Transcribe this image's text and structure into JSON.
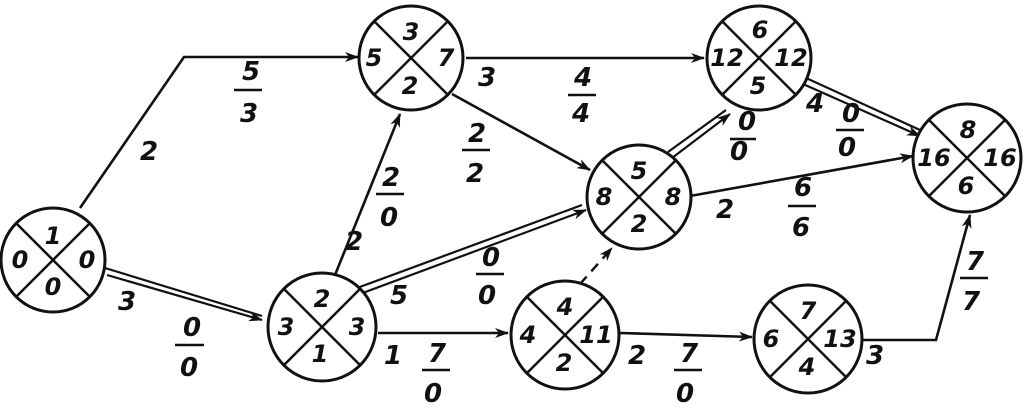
{
  "nodes": [
    {
      "id": "1",
      "top": "1",
      "left": "0",
      "right": "0",
      "bottom": "0"
    },
    {
      "id": "2",
      "top": "2",
      "left": "3",
      "right": "3",
      "bottom": "1"
    },
    {
      "id": "3",
      "top": "3",
      "left": "5",
      "right": "7",
      "bottom": "2"
    },
    {
      "id": "4",
      "top": "4",
      "left": "4",
      "right": "11",
      "bottom": "2"
    },
    {
      "id": "5",
      "top": "5",
      "left": "8",
      "right": "8",
      "bottom": "2"
    },
    {
      "id": "6",
      "top": "6",
      "left": "12",
      "right": "12",
      "bottom": "5"
    },
    {
      "id": "7",
      "top": "7",
      "left": "6",
      "right": "13",
      "bottom": "4"
    },
    {
      "id": "8",
      "top": "8",
      "left": "16",
      "right": "16",
      "bottom": "6"
    }
  ],
  "edges": [
    {
      "from": "1",
      "to": "3",
      "duration": "2",
      "num": "5",
      "den": "3",
      "style": "normal"
    },
    {
      "from": "1",
      "to": "2",
      "duration": "3",
      "num": "0",
      "den": "0",
      "style": "critical"
    },
    {
      "from": "2",
      "to": "3",
      "duration": "2",
      "num": "2",
      "den": "0",
      "style": "normal"
    },
    {
      "from": "2",
      "to": "5",
      "duration": "5",
      "num": "0",
      "den": "0",
      "style": "critical"
    },
    {
      "from": "2",
      "to": "4",
      "duration": "1",
      "num": "7",
      "den": "0",
      "style": "normal"
    },
    {
      "from": "3",
      "to": "6",
      "duration": "3",
      "num": "4",
      "den": "4",
      "style": "normal"
    },
    {
      "from": "3",
      "to": "5",
      "duration": "",
      "num": "2",
      "den": "2",
      "style": "normal"
    },
    {
      "from": "4",
      "to": "5",
      "duration": "",
      "num": "",
      "den": "",
      "style": "dashed"
    },
    {
      "from": "4",
      "to": "7",
      "duration": "2",
      "num": "7",
      "den": "0",
      "style": "normal"
    },
    {
      "from": "5",
      "to": "6",
      "duration": "",
      "num": "0",
      "den": "0",
      "style": "critical"
    },
    {
      "from": "5",
      "to": "8",
      "duration": "2",
      "num": "6",
      "den": "6",
      "style": "normal"
    },
    {
      "from": "6",
      "to": "8",
      "duration": "4",
      "num": "0",
      "den": "0",
      "style": "critical"
    },
    {
      "from": "7",
      "to": "8",
      "duration": "3",
      "num": "7",
      "den": "7",
      "style": "normal"
    }
  ]
}
